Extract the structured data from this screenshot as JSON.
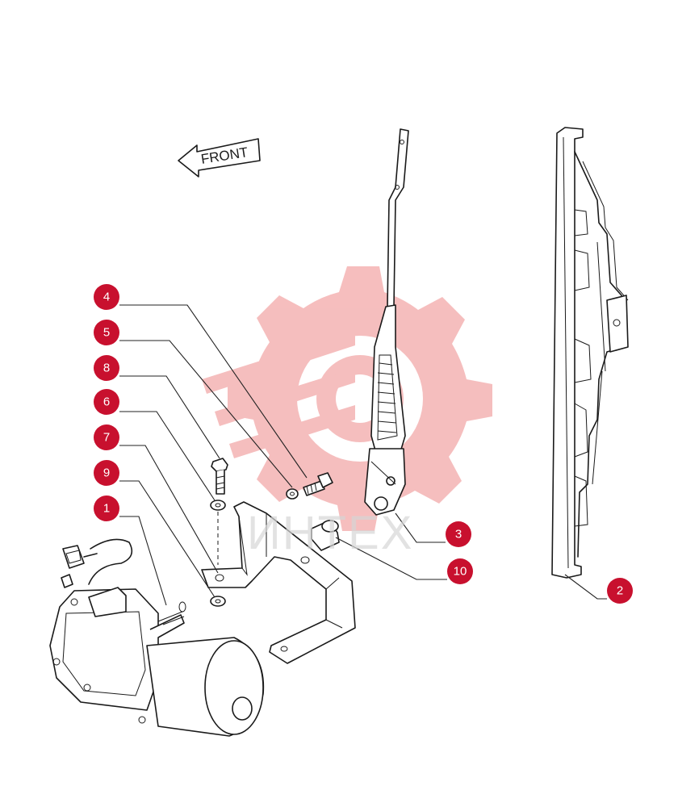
{
  "arrow_label": "FRONT",
  "watermark": {
    "text": "ИНТЕХ",
    "color": "#f4b3b3"
  },
  "callout_color": "#c8102e",
  "callouts": [
    {
      "id": "callout-4",
      "label": "4"
    },
    {
      "id": "callout-5",
      "label": "5"
    },
    {
      "id": "callout-8",
      "label": "8"
    },
    {
      "id": "callout-6",
      "label": "6"
    },
    {
      "id": "callout-7",
      "label": "7"
    },
    {
      "id": "callout-9",
      "label": "9"
    },
    {
      "id": "callout-1",
      "label": "1"
    },
    {
      "id": "callout-3",
      "label": "3"
    },
    {
      "id": "callout-10",
      "label": "10"
    },
    {
      "id": "callout-2",
      "label": "2"
    }
  ]
}
